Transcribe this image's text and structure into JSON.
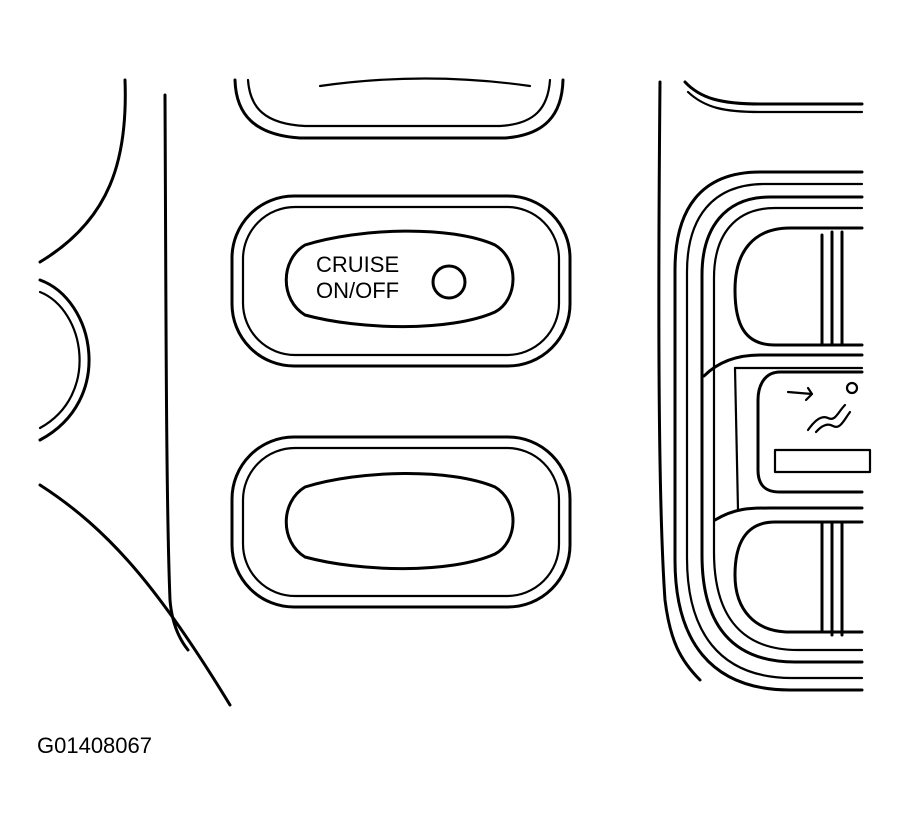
{
  "cruise_button": {
    "line1": "CRUISE",
    "line2": "ON/OFF"
  },
  "figure_id": "G01408067",
  "icons": {
    "cruise_indicator": "indicator-circle-icon",
    "vent": "vent-airflow-icon"
  },
  "colors": {
    "line": "#000000",
    "background": "#ffffff"
  }
}
